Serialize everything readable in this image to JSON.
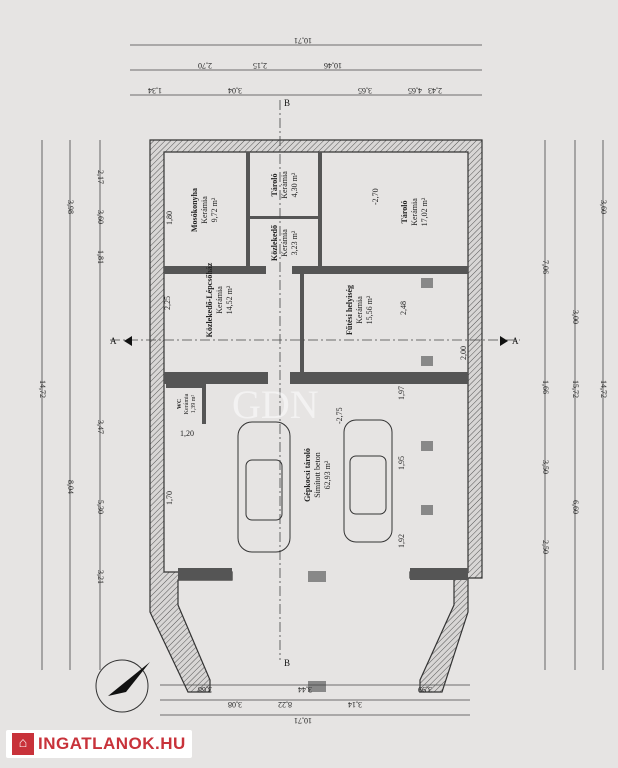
{
  "rooms": [
    {
      "name": "Mosókonyha",
      "floor": "Kerámia",
      "area": "9,72 m²"
    },
    {
      "name": "Tároló",
      "floor": "Kerámia",
      "area": "4,30 m²"
    },
    {
      "name": "Közlekedő",
      "floor": "Kerámia",
      "area": "3,23 m²"
    },
    {
      "name": "Tároló",
      "floor": "Kerámia",
      "area": "17,02 m²"
    },
    {
      "name": "Közlekedő-Lépcsőház",
      "floor": "Kerámia",
      "area": "14,52 m²"
    },
    {
      "name": "Fűtési helyiség",
      "floor": "Kerámia",
      "area": "15,56 m²"
    },
    {
      "name": "WC",
      "floor": "Kerámia",
      "area": "1,39 m²"
    },
    {
      "name": "Gépkocsi tároló",
      "floor": "Simított beton",
      "area": "62,93 m²"
    }
  ],
  "dims": {
    "top": [
      "10,71",
      "10,46",
      "4,65",
      "3,65",
      "3,04",
      "2,43",
      "1,34",
      "2,70",
      "2,15"
    ],
    "left": [
      "14,72",
      "8,04",
      "5,30",
      "3,47",
      "3,21",
      "3,98",
      "3,60",
      "2,17",
      "1,81"
    ],
    "right": [
      "14,72",
      "15,72",
      "7,06",
      "6,60",
      "3,60",
      "3,00",
      "3,50",
      "1,66",
      "2,50"
    ],
    "bottom": [
      "10,71",
      "8,22",
      "3,99",
      "3,44",
      "3,68",
      "3,08",
      "3,14"
    ],
    "interior": [
      "1,97",
      "1,95",
      "1,92",
      "2,48",
      "2,00",
      "1,20",
      "2,25",
      "1,80",
      "1,70"
    ],
    "levels": [
      "-2,70",
      "-2,75"
    ]
  },
  "section_marks": [
    "A",
    "A",
    "B",
    "B"
  ],
  "watermark": "GDN",
  "logo": {
    "text": "INGATLANOK.HU",
    "color": "#c8323a"
  }
}
